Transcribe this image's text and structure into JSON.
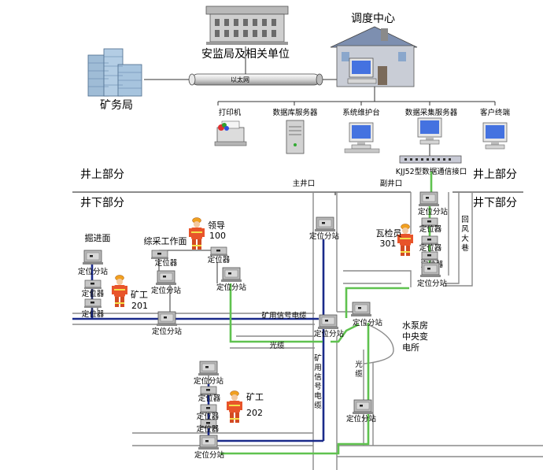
{
  "top": {
    "bureau": "安监局及相关单位",
    "mine_bureau": "矿务局",
    "dispatch": "调度中心",
    "ethernet": "以太网"
  },
  "devices": {
    "printer": "打印机",
    "db_server": "数据库服务器",
    "maint": "系统维护台",
    "collector": "数据采集服务器",
    "client": "客户终端",
    "interface": "KJJ52型数据通信接口"
  },
  "zones": {
    "above_left": "井上部分",
    "below_left": "井下部分",
    "above_right": "井上部分",
    "below_right": "井下部分",
    "main_shaft": "主井口",
    "aux_shaft": "副井口",
    "return_air": [
      "回",
      "风",
      "大",
      "巷"
    ]
  },
  "underground": {
    "station": "定位分站",
    "locator": "定位器",
    "tunneling": "掘进面",
    "mining_face": "综采工作面",
    "leader": "领导",
    "leader_id": "100",
    "miner1": "矿工",
    "miner1_id": "201",
    "gas_inspector": "瓦检员",
    "gas_id": "301",
    "miner2": "矿工",
    "miner2_id": "202",
    "cable_h": "矿用信号电缆",
    "cable_v": [
      "矿",
      "用",
      "信",
      "号",
      "电",
      "缆"
    ],
    "fiber_h": "光缆",
    "fiber_v": [
      "光",
      "缆"
    ],
    "pump": [
      "水泵房",
      "中央变",
      "电所"
    ]
  },
  "colors": {
    "cable": "#1a2a8a",
    "fiber": "#5fc24f",
    "pipe": "#444444",
    "worker": "#e8542a"
  }
}
